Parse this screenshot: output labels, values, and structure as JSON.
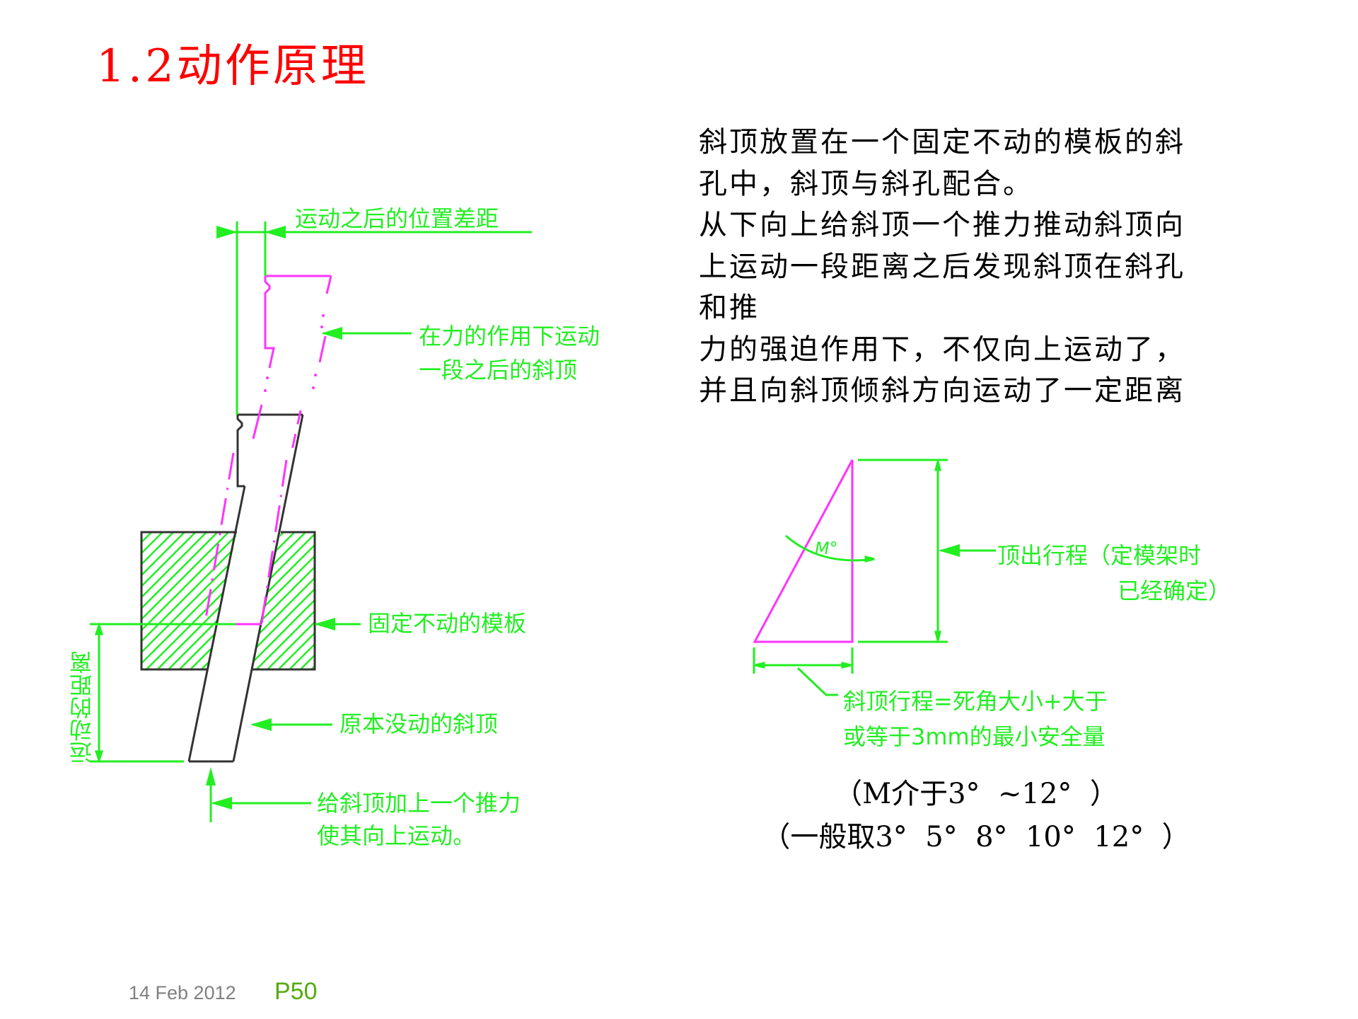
{
  "slide": {
    "title": "1.2动作原理",
    "description_lines": [
      "斜顶放置在一个固定不动的模板的斜",
      "孔中，斜顶与斜孔配合。",
      "从下向上给斜顶一个推力推动斜顶向",
      "上运动一段距离之后发现斜顶在斜孔",
      "和推",
      "力的强迫作用下，不仅向上运动了，",
      "并且向斜顶倾斜方向运动了一定距离"
    ],
    "left_diagram": {
      "labels": {
        "position_offset": "运动之后的位置差距",
        "moved_lifter_line1": "在力的作用下运动",
        "moved_lifter_line2": "一段之后的斜顶",
        "fixed_plate": "固定不动的模板",
        "original_lifter": "原本没动的斜顶",
        "push_force_line1": "给斜顶加上一个推力",
        "push_force_line2": "使其向上运动。",
        "travel_distance": "运动的距离"
      }
    },
    "right_diagram": {
      "angle_label": "M°",
      "ejection_stroke_line1": "顶出行程（定模架时",
      "ejection_stroke_line2": "已经确定）",
      "lifter_stroke_line1": "斜顶行程=死角大小+大于",
      "lifter_stroke_line2": "或等于3mm的最小安全量"
    },
    "angle_range": "（M介于3°  ~12°  ）",
    "angle_common": "（一般取3°  5°  8°  10°  12°  ）",
    "footer": {
      "date": "14 Feb 2012",
      "page": "P50"
    }
  },
  "colors": {
    "title": "#ff0000",
    "annotation_green": "#22ee22",
    "lifter_magenta": "#ff33ff",
    "outline_black": "#333333",
    "footer_date": "#808080",
    "footer_page": "#55aa11"
  }
}
